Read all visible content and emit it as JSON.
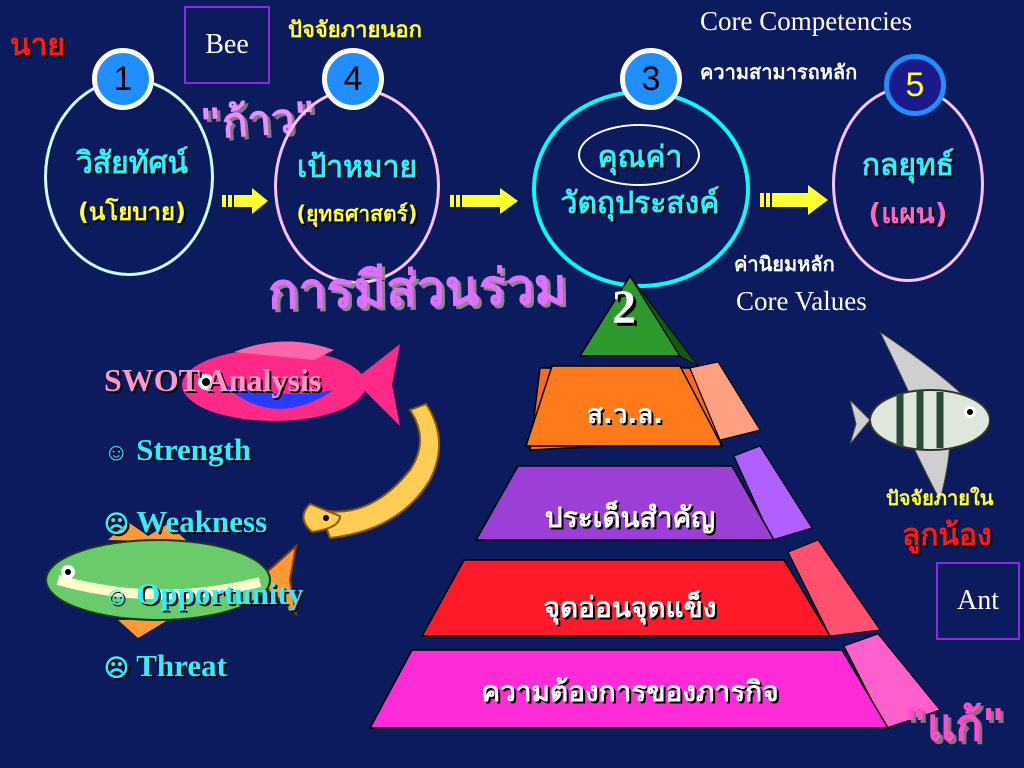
{
  "top_left_word": "นาย",
  "bee_label": "Bee",
  "external_factors": "ปัจจัยภายนอก",
  "core_competencies_en": "Core Competencies",
  "core_competencies_th": "ความสามารถหลัก",
  "step_word": "\"ก้าว\"",
  "fix_word": "\"แก้\"",
  "participation": "การมีส่วนร่วม",
  "core_values_th": "ค่านิยมหลัก",
  "core_values_en": "Core Values",
  "internal_factors": "ปัจจัยภายใน",
  "subordinates": "ลูกน้อง",
  "ant_label": "Ant",
  "circles": [
    {
      "number": "1",
      "line1": "วิสัยทัศน์",
      "line2": "(นโยบาย)"
    },
    {
      "number": "4",
      "line1": "เป้าหมาย",
      "line2": "(ยุทธศาสตร์)"
    },
    {
      "number": "3",
      "line1": "คุณค่า",
      "line2": "วัตถุประสงค์"
    },
    {
      "number": "5",
      "line1": "กลยุทธ์",
      "line2": "(แผน)"
    }
  ],
  "pyramid": {
    "top_number": "2",
    "levels": [
      "ส.ว.ล.",
      "ประเด็นสำคัญ",
      "จุดอ่อนจุดแข็ง",
      "ความต้องการของภารกิจ"
    ]
  },
  "swot": {
    "title": "SWOT Analysis",
    "items": [
      {
        "icon": "☺",
        "text": "Strength"
      },
      {
        "icon": "☹",
        "text": "Weakness"
      },
      {
        "icon": "☺",
        "text": "Opportunity"
      },
      {
        "icon": "☹",
        "text": "Threat"
      }
    ]
  }
}
